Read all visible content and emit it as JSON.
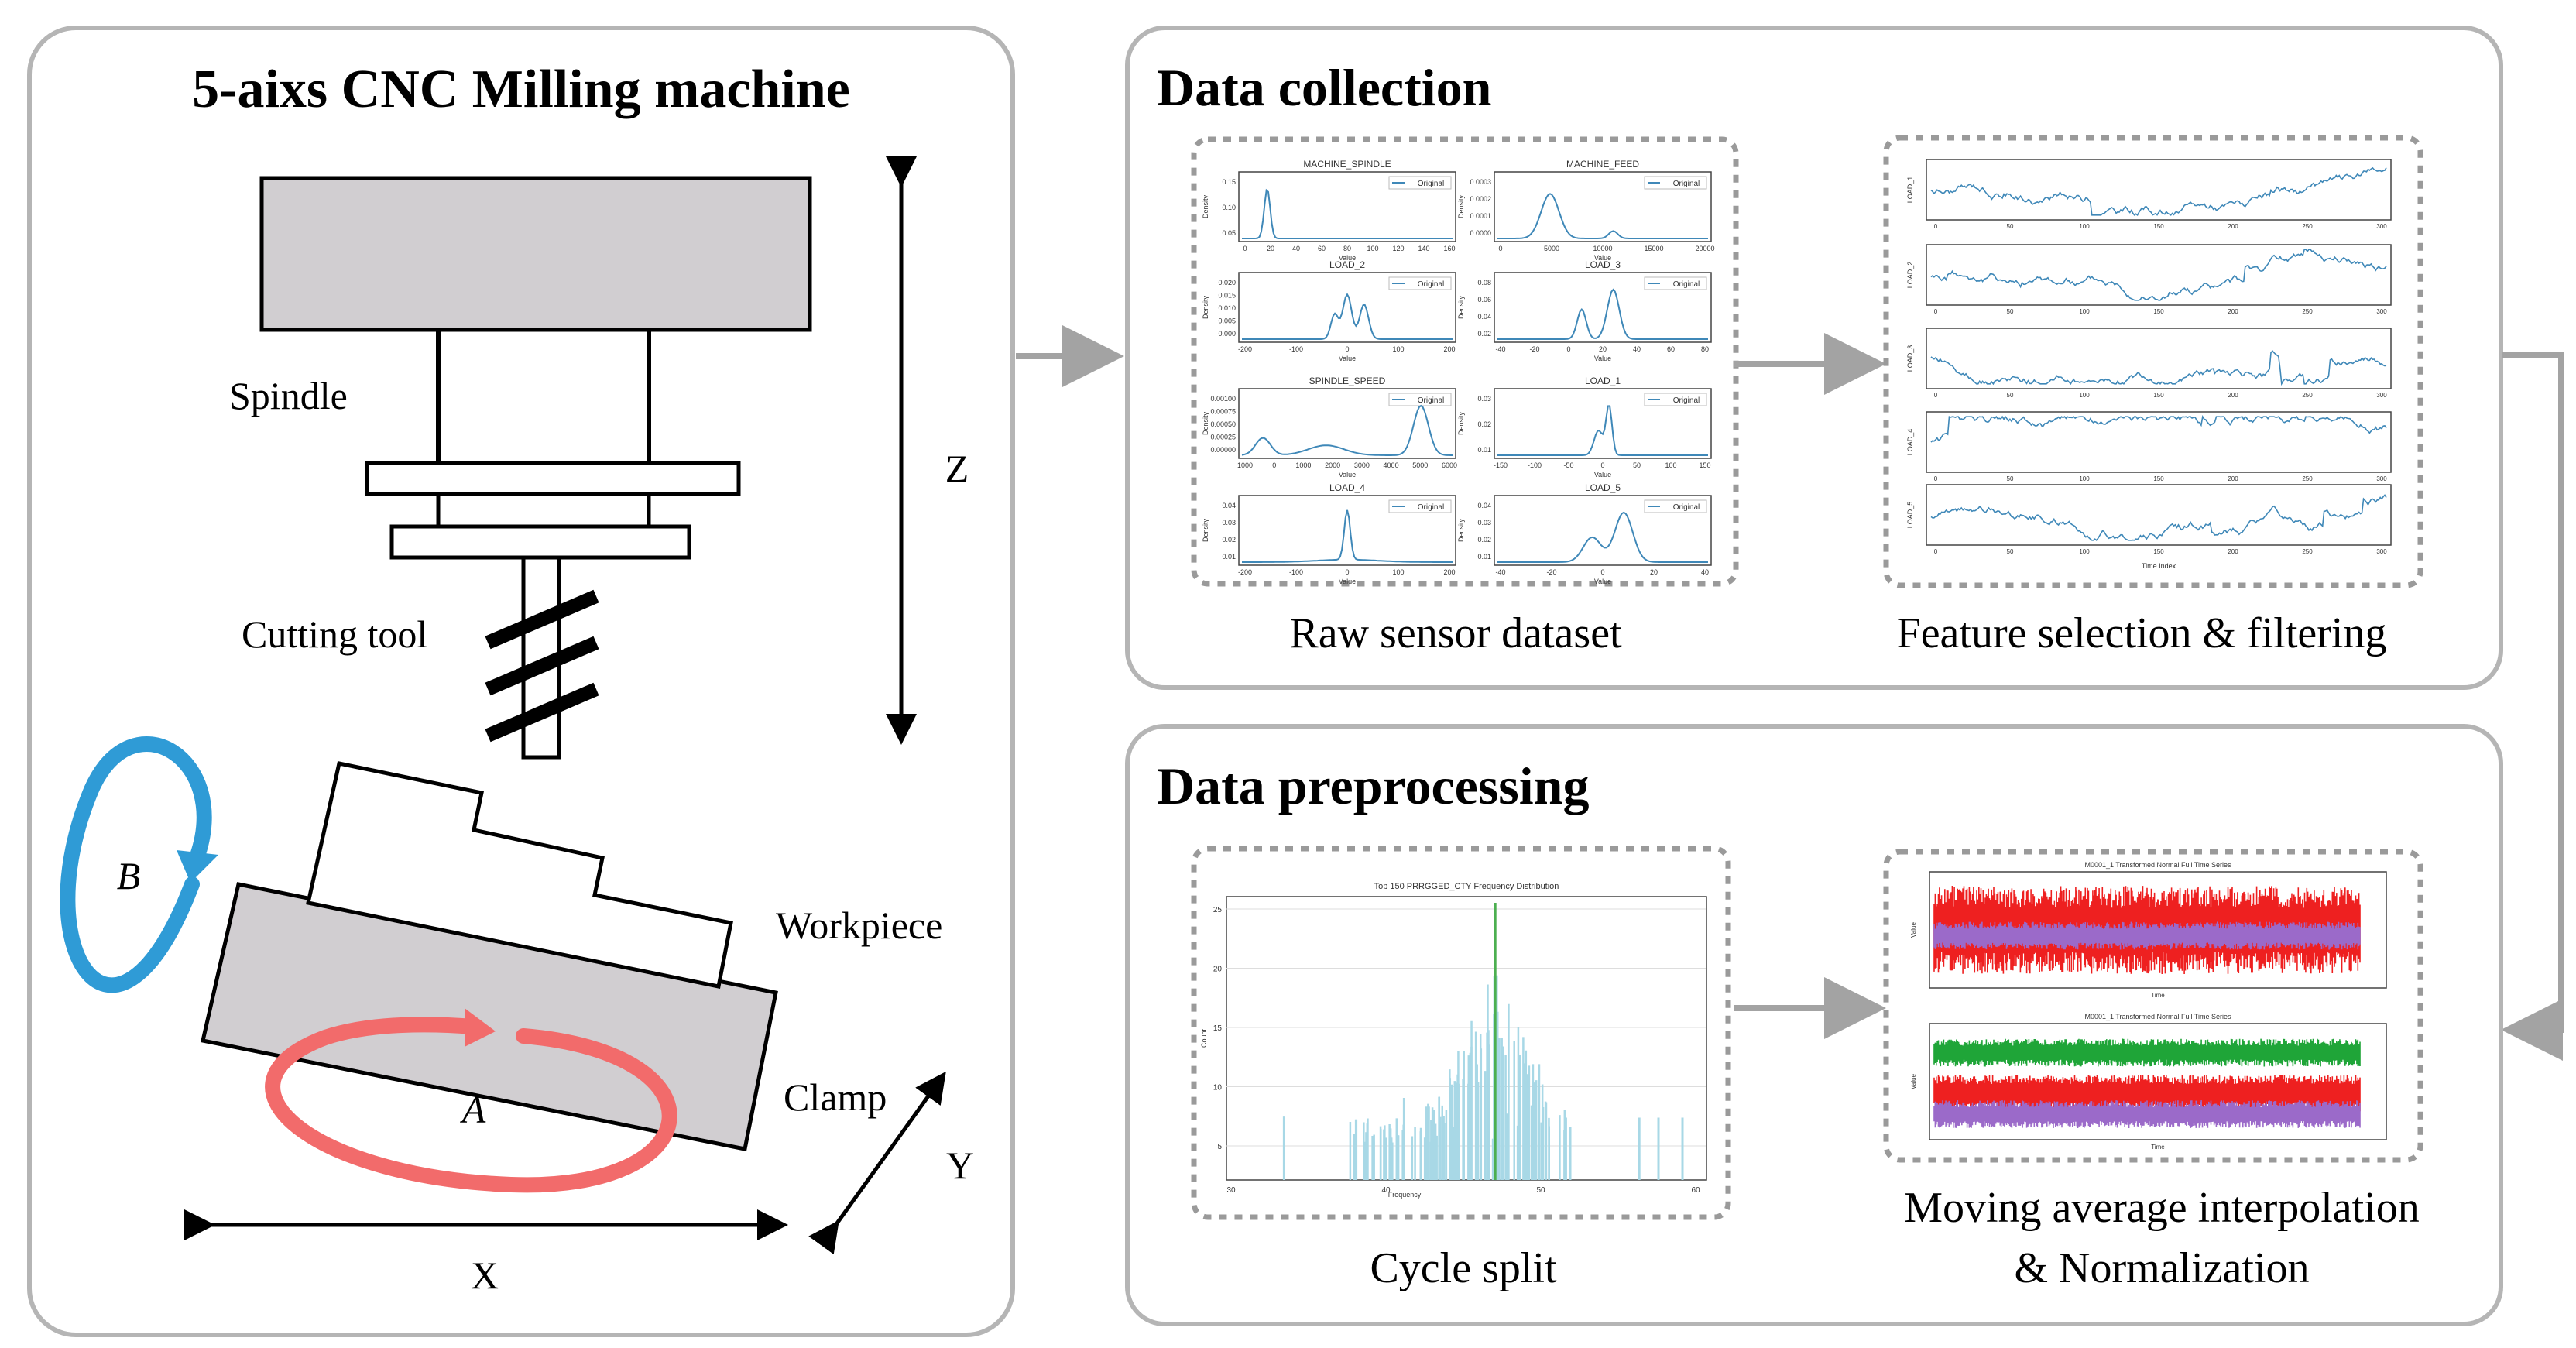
{
  "machine": {
    "title": "5-aixs CNC Milling machine",
    "labels": {
      "spindle": "Spindle",
      "cutting_tool": "Cutting tool",
      "workpiece": "Workpiece",
      "clamp": "Clamp",
      "axis_z": "Z",
      "axis_y": "Y",
      "axis_x": "X",
      "rot_b": "B",
      "rot_a": "A"
    }
  },
  "collection": {
    "title": "Data collection",
    "raw_caption": "Raw sensor dataset",
    "feature_caption": "Feature selection & filtering",
    "raw_plots": [
      {
        "title": "MACHINE_SPINDLE",
        "legend": "Original",
        "xticks": [
          "0",
          "20",
          "40",
          "60",
          "80",
          "100",
          "120",
          "140",
          "160"
        ],
        "yticks": [
          "0.15",
          "0.10",
          "0.05"
        ],
        "xlabel": "Value",
        "ylabel": "Density"
      },
      {
        "title": "MACHINE_FEED",
        "legend": "Original",
        "xticks": [
          "0",
          "5000",
          "10000",
          "15000",
          "20000"
        ],
        "yticks": [
          "0.0003",
          "0.0002",
          "0.0001",
          "0.0000"
        ],
        "xlabel": "Value",
        "ylabel": "Density"
      },
      {
        "title": "LOAD_2",
        "legend": "Original",
        "xticks": [
          "-200",
          "-100",
          "0",
          "100",
          "200"
        ],
        "yticks": [
          "0.020",
          "0.015",
          "0.010",
          "0.005",
          "0.000"
        ],
        "xlabel": "Value",
        "ylabel": "Density"
      },
      {
        "title": "LOAD_3",
        "legend": "Original",
        "xticks": [
          "-40",
          "-20",
          "0",
          "20",
          "40",
          "60",
          "80"
        ],
        "yticks": [
          "0.08",
          "0.06",
          "0.04",
          "0.02"
        ],
        "xlabel": "Value",
        "ylabel": "Density"
      },
      {
        "title": "SPINDLE_SPEED",
        "legend": "Original",
        "xticks": [
          "1000",
          "0",
          "1000",
          "2000",
          "3000",
          "4000",
          "5000",
          "6000"
        ],
        "yticks": [
          "0.00100",
          "0.00075",
          "0.00050",
          "0.00025",
          "0.00000"
        ],
        "xlabel": "Value",
        "ylabel": "Density"
      },
      {
        "title": "LOAD_1",
        "legend": "Original",
        "xticks": [
          "-150",
          "-100",
          "-50",
          "0",
          "50",
          "100",
          "150"
        ],
        "yticks": [
          "0.03",
          "0.02",
          "0.01"
        ],
        "xlabel": "Value",
        "ylabel": "Density"
      },
      {
        "title": "LOAD_4",
        "legend": "Original",
        "xticks": [
          "-200",
          "-100",
          "0",
          "100",
          "200"
        ],
        "yticks": [
          "0.04",
          "0.03",
          "0.02",
          "0.01"
        ],
        "xlabel": "Value",
        "ylabel": "Density"
      },
      {
        "title": "LOAD_5",
        "legend": "Original",
        "xticks": [
          "-40",
          "-20",
          "0",
          "20",
          "40"
        ],
        "yticks": [
          "0.04",
          "0.03",
          "0.02",
          "0.01"
        ],
        "xlabel": "Value",
        "ylabel": "Density"
      }
    ],
    "feature_plots": {
      "ylabels": [
        "LOAD_1",
        "LOAD_2",
        "LOAD_3",
        "LOAD_4",
        "LOAD_5"
      ],
      "xticks": [
        "0",
        "50",
        "100",
        "150",
        "200",
        "250",
        "300"
      ],
      "xlabel": "Time Index"
    }
  },
  "preprocessing": {
    "title": "Data preprocessing",
    "cycle_caption": "Cycle split",
    "norm_caption_1": "Moving average interpolation",
    "norm_caption_2": "& Normalization",
    "histogram": {
      "title": "Top 150 PRRGGED_CTY Frequency Distribution",
      "xlabel": "Frequency",
      "ylabel": "Count",
      "xticks": [
        "30",
        "40",
        "50",
        "60"
      ],
      "yticks": [
        "25",
        "20",
        "15",
        "10",
        "5"
      ]
    },
    "timeseries": [
      {
        "title": "M0001_1 Transformed Normal Full Time Series",
        "ylabel": "Value",
        "xlabel": "Time"
      },
      {
        "title": "M0001_1 Transformed Normal Full Time Series",
        "ylabel": "Value",
        "xlabel": "Time"
      }
    ]
  },
  "colors": {
    "panel_border": "#b5b5b5",
    "dotted_border": "#9a9a9a",
    "arrow": "#a3a3a3",
    "machine_fill": "#d1ced1",
    "rotation_b": "#2f9bd6",
    "rotation_a": "#f26b6b",
    "plot_line": "#3f88b8",
    "hist_bar": "#a8d8e6",
    "hist_peak": "#4caf50",
    "red_series": "#ee2020",
    "purple_series": "#9b6ac9",
    "green_series": "#1fa538"
  }
}
